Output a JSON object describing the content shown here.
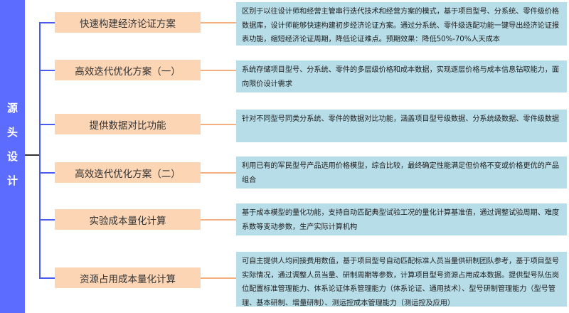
{
  "sidebar": {
    "title_chars": [
      "源",
      "头",
      "设",
      "计"
    ],
    "color": "#5b6cff"
  },
  "colors": {
    "trunk": "#4a5cf0",
    "node_bg": "#fcd5b5",
    "link": "#f5b07f",
    "desc_bg": "#b7dde8"
  },
  "items": [
    {
      "title": "快速构建经济论证方案",
      "description": "区别于以往设计师和经营主管串行迭代技术和经营方案的模式，基于项目型号、分系统、零件级价格数据库，设计师能够快速构建初步经济论证方案。通过分系统、零件级选配功能一键导出经济论证报表功能，缩短经济论证周期，降低论证难点。预期效果：降低50%-70%人天成本"
    },
    {
      "title": "高效迭代优化方案（一）",
      "description": "系统存储项目型号、分系统、零件的多层级价格和成本数据，实现逐层价格与成本信息钻取能力，面向限价设计需求"
    },
    {
      "title": "提供数据对比功能",
      "description": "针对不同型号同类分系统、零件的数据对比功能，涵盖项目型号级数据、分系统级数据、零件级数据"
    },
    {
      "title": "高效迭代优化方案（二）",
      "description": "利用已有的军民型号产品选用价格模型，综合比较，最终确定性能满足但价格不变或价格更优的产品组合"
    },
    {
      "title": "实验成本量化计算",
      "description": "基于成本模型的量化功能，支持自动匹配典型试验工况的量化计算基准值，通过调整试验周期、难度系数等变动参数，生产实际计算机构"
    },
    {
      "title": "资源占用成本量化计算",
      "description": "可自主提供人均间接费用数值，基于项目型号自动匹配标准人员当量供研制团队参考，基于项目型号实际情况，通过调整人员当量、研制周期等参数，计算项目型号资源占用成本数据。提供型号队伍岗位配置标准管理能力、体系论证体系管理能力（体系论证、通用技术）、型号研制管理能力（型号管理、基本研制、增量研制）、测运控成本管理能力（测运控及应用）"
    }
  ]
}
